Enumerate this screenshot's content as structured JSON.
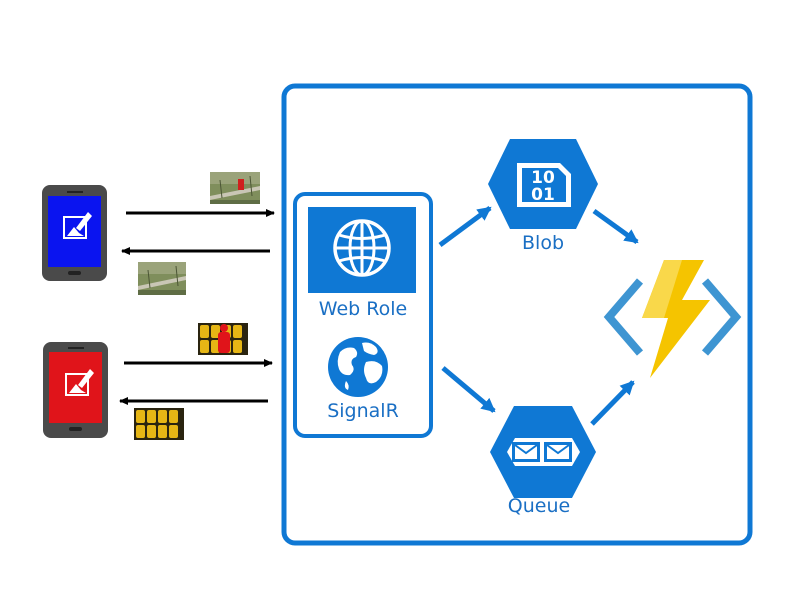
{
  "diagram": {
    "web_role_label": "Web Role",
    "signalr_label": "SignalR",
    "blob_label": "Blob",
    "blob_icon_text_line1": "10",
    "blob_icon_text_line2": "01",
    "queue_label": "Queue",
    "colors": {
      "azure_blue": "#0f78d4",
      "label_blue": "#1a6fc4",
      "phone_body": "#4a4a4a",
      "phone1_screen": "#0a14f0",
      "phone2_screen": "#e0141a",
      "function_bolt": "#f5c400",
      "function_brackets": "#3e95d2",
      "arrow_black": "#000000"
    },
    "icons": [
      "phone-icon",
      "edit-photo-icon",
      "globe-icon",
      "earth-icon",
      "binary-blob-icon",
      "envelope-queue-icon",
      "azure-function-icon"
    ]
  }
}
